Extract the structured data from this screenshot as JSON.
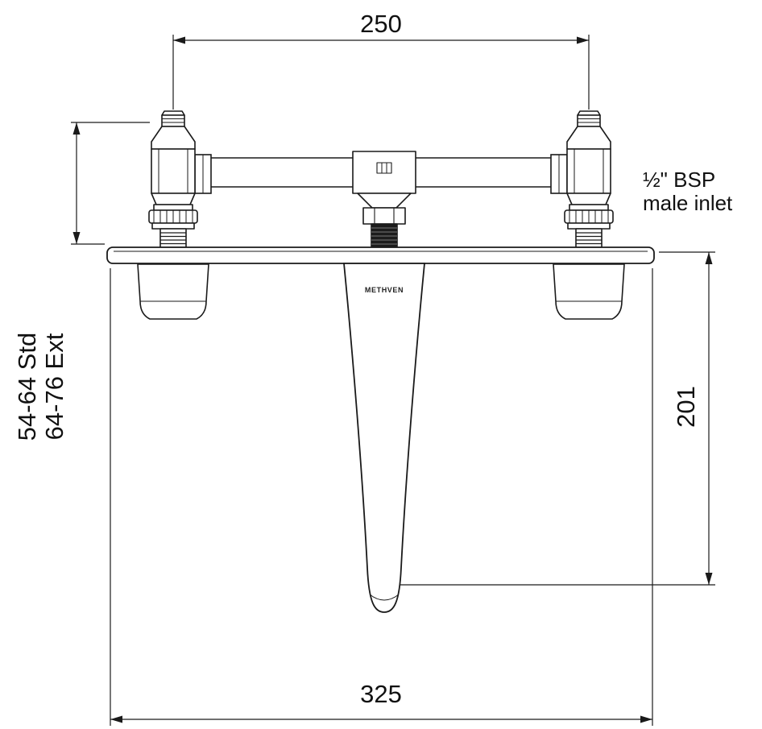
{
  "drawing": {
    "brand": "METHVEN",
    "dimensions": {
      "top_width_mm": "250",
      "wall_depth_std": "54-64 Std",
      "wall_depth_ext": "64-76 Ext",
      "spout_drop_mm": "201",
      "plate_width_mm": "325"
    },
    "labels": {
      "inlet_line1": "½\" BSP",
      "inlet_line2": "male inlet"
    },
    "colors": {
      "line": "#1a1a1a",
      "fill": "#ffffff"
    }
  }
}
